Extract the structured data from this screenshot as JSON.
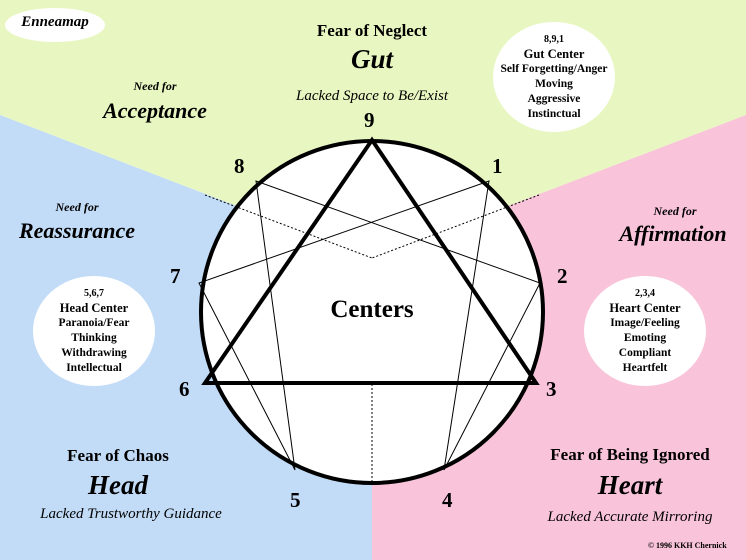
{
  "colors": {
    "gut_region": "#e8f7c1",
    "heart_region": "#f9c4d9",
    "head_region": "#c2dcf7",
    "line": "#000000",
    "bubble": "#ffffff"
  },
  "logo": "Enneamap",
  "center_title": "Centers",
  "gut": {
    "fear": "Fear of Neglect",
    "name": "Gut",
    "lacked": "Lacked Space to Be/Exist",
    "bubble": [
      "8,9,1",
      "Gut Center",
      "Self Forgetting/Anger",
      "Moving",
      "Aggressive",
      "Instinctual"
    ]
  },
  "head": {
    "fear": "Fear of Chaos",
    "name": "Head",
    "lacked": "Lacked Trustworthy Guidance",
    "bubble": [
      "5,6,7",
      "Head Center",
      "Paranoia/Fear",
      "Thinking",
      "Withdrawing",
      "Intellectual"
    ]
  },
  "heart": {
    "fear": "Fear of Being Ignored",
    "name": "Heart",
    "lacked": "Lacked Accurate Mirroring",
    "bubble": [
      "2,3,4",
      "Heart Center",
      "Image/Feeling",
      "Emoting",
      "Compliant",
      "Heartfelt"
    ]
  },
  "needs": {
    "acceptance": {
      "prefix": "Need for",
      "word": "Acceptance"
    },
    "reassurance": {
      "prefix": "Need for",
      "word": "Reassurance"
    },
    "affirmation": {
      "prefix": "Need for",
      "word": "Affirmation"
    }
  },
  "points": [
    "1",
    "2",
    "3",
    "4",
    "5",
    "6",
    "7",
    "8",
    "9"
  ],
  "copyright": "© 1996 KKH Chernick"
}
